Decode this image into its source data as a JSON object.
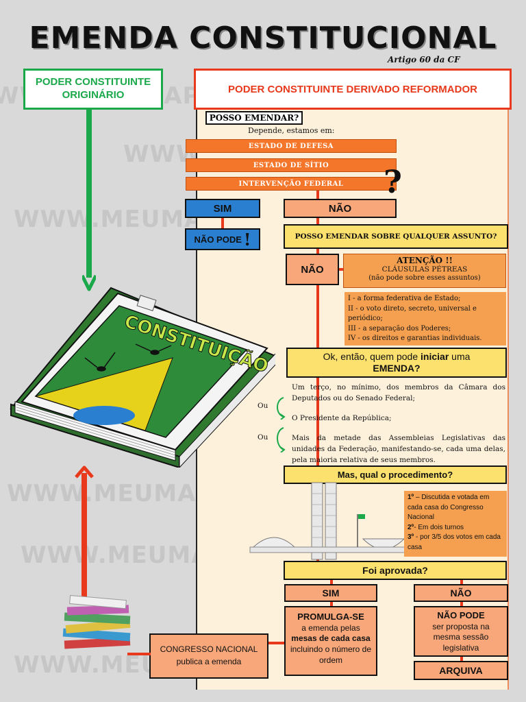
{
  "title": "EMENDA CONSTITUCIONAL",
  "subtitle": "Artigo 60 da CF",
  "watermark": "WWW.MEUMAPAMENTAL.C",
  "originario": "PODER CONSTITUINTE ORIGINÁRIO",
  "derivado": "PODER CONSTITUINTE DERIVADO REFORMADOR",
  "posso_emendar": "POSSO EMENDAR?",
  "depende": "Depende, estamos em:",
  "estados": [
    "ESTADO DE DEFESA",
    "ESTADO DE SÍTIO",
    "INTERVENÇÃO FEDERAL"
  ],
  "question_mark": "?",
  "sim1": "SIM",
  "nao1": "NÃO",
  "nao_pode": "NÃO PODE",
  "exclamation": "!",
  "qualquer_assunto": "POSSO EMENDAR SOBRE QUALQUER ASSUNTO?",
  "nao2": "NÃO",
  "atencao_title": "ATENÇÃO !!",
  "atencao_sub": "CLÁUSULAS PÉTREAS",
  "atencao_note": "(não pode sobre esses assuntos)",
  "clausulas": [
    "I - a forma federativa de Estado;",
    "II - o voto direto, secreto, universal e periódico;",
    "III - a separação dos Poderes;",
    "IV - os direitos e garantias individuais."
  ],
  "quem_pode_1": "Ok, então, quem pode ",
  "quem_pode_bold": "iniciar",
  "quem_pode_2": " uma",
  "quem_pode_3": "EMENDA?",
  "iniciativa": [
    "Um terço, no mínimo, dos membros da Câmara dos Deputados ou do Senado Federal;",
    "O Presidente da República;",
    "Mais da metade das Assembleias Legislativas das unidades da Federação, manifestando-se, cada uma delas, pela maioria relativa de seus membros."
  ],
  "ou": "Ou",
  "procedimento": "Mas, qual o procedimento?",
  "passos": [
    {
      "num": "1º",
      "text": " – Discutida e votada em cada casa do Congresso Nacional"
    },
    {
      "num": "2º",
      "text": "- Em dois turnos"
    },
    {
      "num": "3º",
      "text": " - por 3/5 dos votos em cada casa"
    }
  ],
  "aprovada": "Foi aprovada?",
  "sim2": "SIM",
  "nao3": "NÃO",
  "promulga_title": "PROMULGA-SE",
  "promulga_1": "a emenda pelas",
  "promulga_bold": "mesas de cada casa",
  "promulga_2": "incluindo o número de ordem",
  "naopode2_title": "NÃO PODE",
  "naopode2_text": "ser proposta na mesma sessão legislativa",
  "arquiva": "ARQUIVA",
  "congresso_title": "CONGRESSO NACIONAL",
  "congresso_text": "publica a emenda",
  "book_label": "CONSTITUIÇÃO",
  "colors": {
    "orange": "#f4762b",
    "peach": "#f7a77a",
    "yellow": "#fce16e",
    "red": "#e8391c",
    "green": "#1aa84a",
    "blue": "#2a7fd0"
  }
}
